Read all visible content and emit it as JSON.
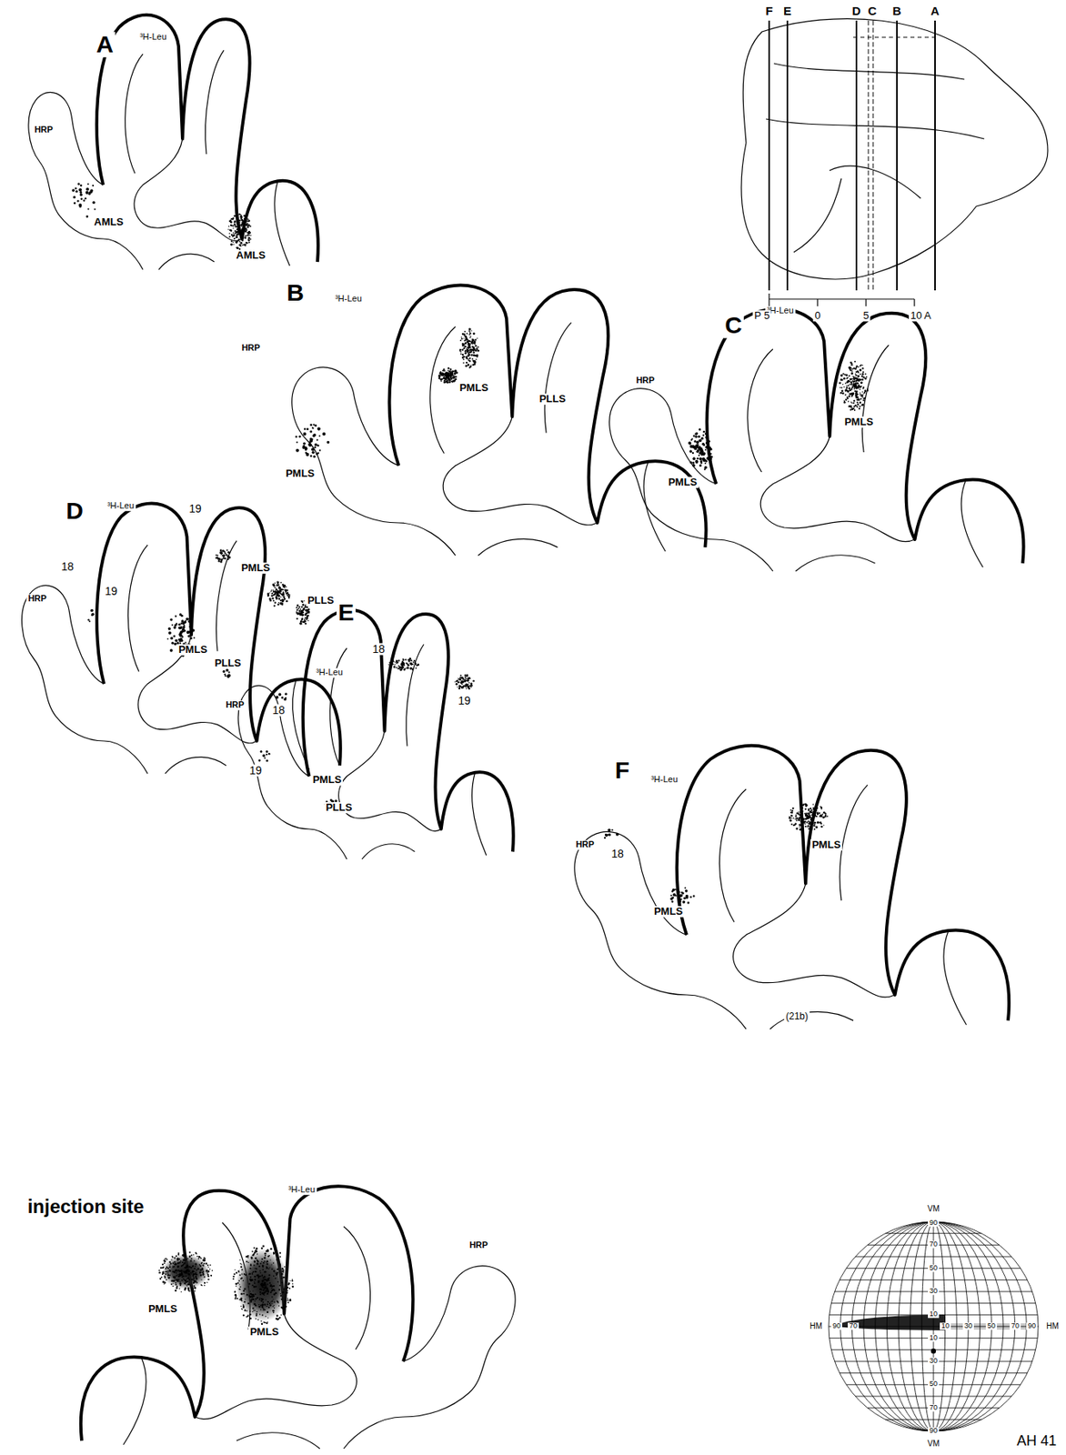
{
  "diagram": {
    "labels": [
      "A",
      "³H-Leu",
      "HRP",
      "AMLS",
      "AMLS",
      "B",
      "³H-Leu",
      "HRP",
      "PMLS",
      "PLLS",
      "PMLS",
      "C",
      "³H-Leu",
      "HRP",
      "PMLS",
      "PMLS",
      "D",
      "³H-Leu",
      "19",
      "18",
      "HRP",
      "19",
      "PMLS",
      "PLLS",
      "PMLS",
      "PLLS",
      "E",
      "18",
      "³H-Leu",
      "19",
      "18",
      "HRP",
      "19",
      "PMLS",
      "PLLS",
      "F",
      "³H-Leu",
      "HRP",
      "18",
      "PMLS",
      "PMLS",
      "(21b)",
      "injection site",
      "³H-Leu",
      "HRP",
      "PMLS",
      "PMLS",
      "F",
      "E",
      "D",
      "C",
      "B",
      "A",
      "P 5",
      "0",
      "5",
      "10 A",
      "VM",
      "90",
      "70",
      "50",
      "30",
      "10",
      "HM",
      "90",
      "70",
      "10",
      "30",
      "50",
      "70",
      "90",
      "HM",
      "10",
      "30",
      "50",
      "70",
      "90",
      "VM",
      "AH 41"
    ]
  }
}
